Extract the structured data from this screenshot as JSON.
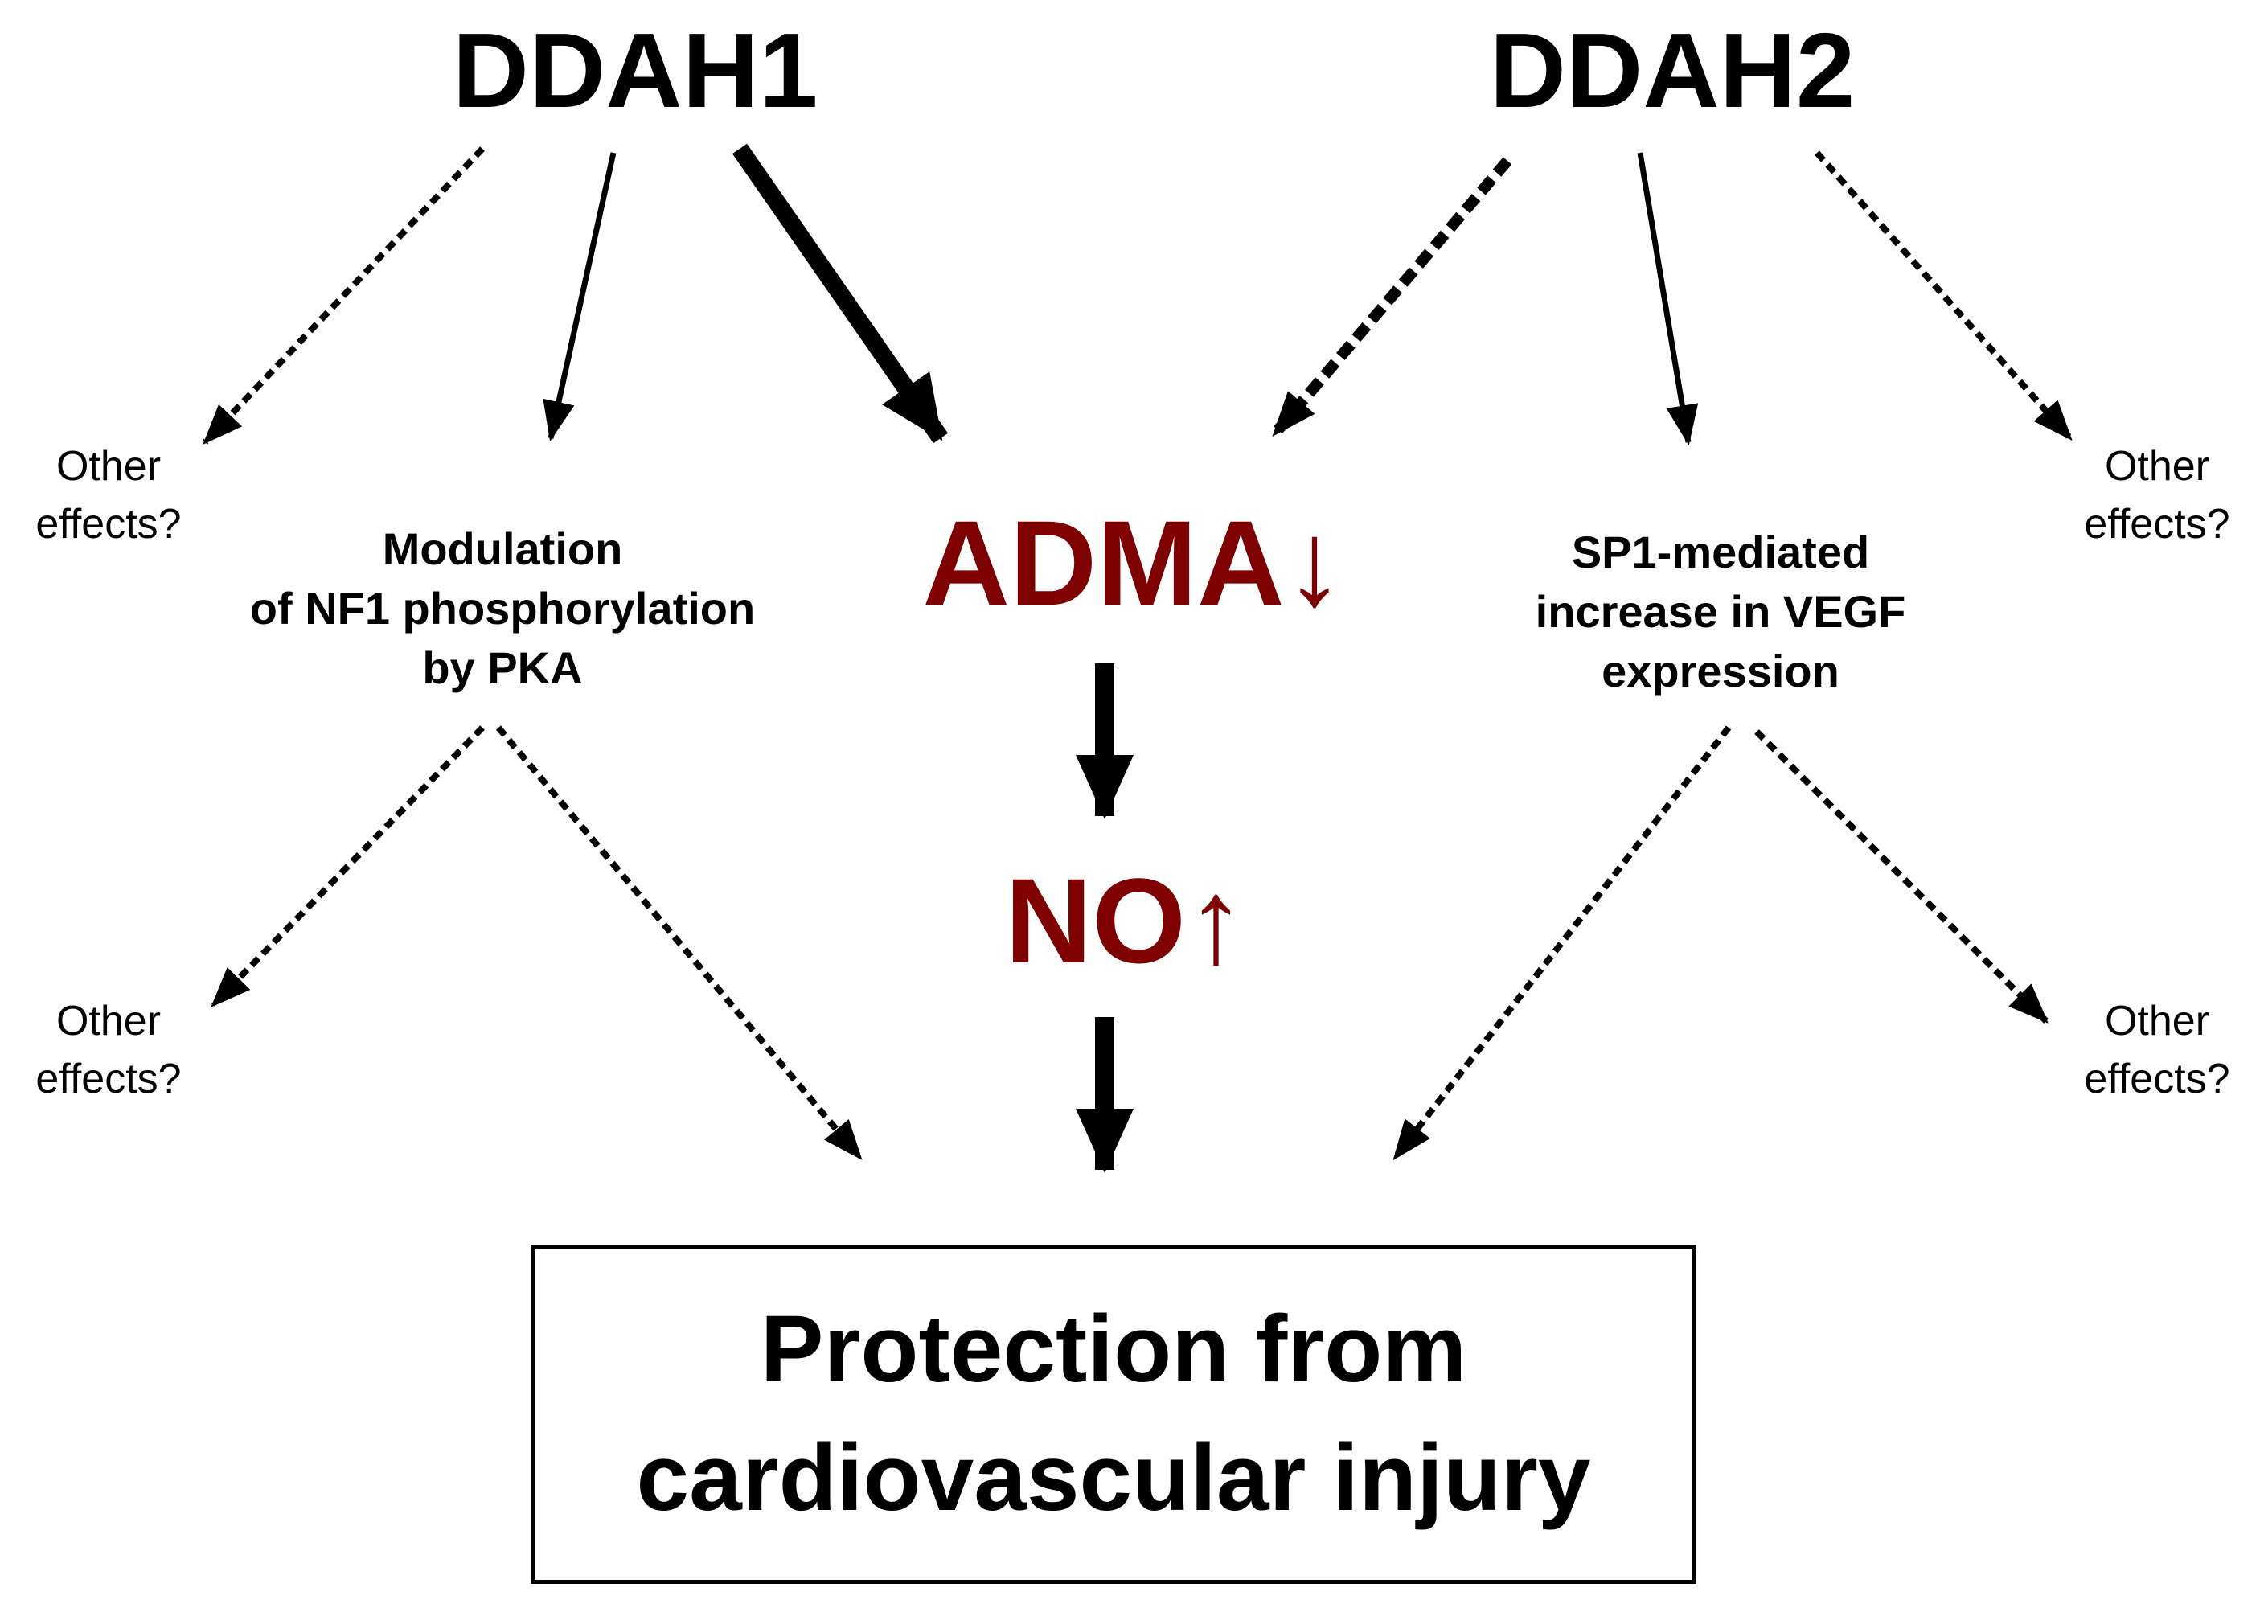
{
  "genes": {
    "left": "DDAH1",
    "right": "DDAH2"
  },
  "molecules": {
    "adma": {
      "label": "ADMA",
      "indicator": "↓"
    },
    "no": {
      "label": "NO",
      "indicator": "↑"
    },
    "color": "#7f0000"
  },
  "effects": {
    "top_left": [
      "Other",
      "effects?"
    ],
    "top_right": [
      "Other",
      "effects?"
    ],
    "bottom_left": [
      "Other",
      "effects?"
    ],
    "bottom_right": [
      "Other",
      "effects?"
    ]
  },
  "mechanisms": {
    "ddah1": [
      "Modulation",
      "of NF1 phosphorylation",
      "by PKA"
    ],
    "ddah2": [
      "SP1-mediated",
      "increase in VEGF",
      "expression"
    ]
  },
  "outcome": [
    "Protection from",
    "cardiovascular injury"
  ]
}
